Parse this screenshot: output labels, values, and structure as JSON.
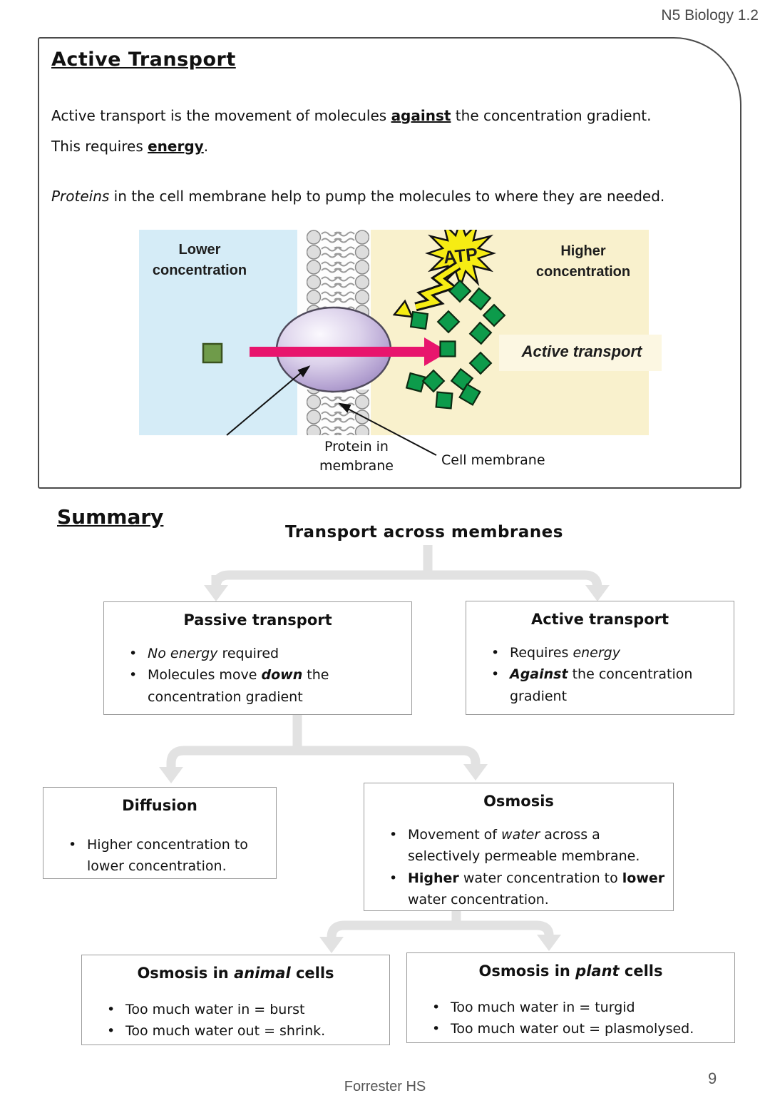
{
  "header": {
    "course_label": "N5 Biology 1.2"
  },
  "active_transport_section": {
    "title": "Active Transport",
    "para1_segs": [
      {
        "t": "Active transport is the movement of molecules "
      },
      {
        "t": "against",
        "b": true,
        "u": true
      },
      {
        "t": " the concentration gradient."
      }
    ],
    "para1b_segs": [
      {
        "t": "This requires "
      },
      {
        "t": "energy",
        "b": true,
        "u": true
      },
      {
        "t": "."
      }
    ],
    "para2_segs": [
      {
        "t": "Proteins",
        "i": true
      },
      {
        "t": " in the cell membrane help to pump the molecules to where they are needed."
      }
    ],
    "diagram": {
      "lower_label": "Lower concentration",
      "higher_label": "Higher concentration",
      "atp_label": "ATP",
      "active_transport_label": "Active transport",
      "protein_label": "Protein in membrane",
      "membrane_label": "Cell membrane",
      "colors": {
        "lower_side_bg": "#d5ecf7",
        "higher_side_bg": "#f9f1cd",
        "label_band_bg": "#fcf7e2",
        "molecule_green": "#0d9b4b",
        "left_molecule_green": "#6f9b4a",
        "transport_arrow_pink": "#e8156d",
        "atp_yellow": "#f6ec13",
        "protein_lavender": "#b5a3d2"
      }
    }
  },
  "summary": {
    "title": "Summary",
    "chart_title": "Transport across membranes",
    "connector_color": "#e2e2e2",
    "boxes": {
      "passive": {
        "title": "Passive transport",
        "bullet1_segs": [
          {
            "t": "No energy",
            "i": true
          },
          {
            "t": " required"
          }
        ],
        "bullet2_segs": [
          {
            "t": "Molecules move "
          },
          {
            "t": "down",
            "b": true,
            "i": true
          },
          {
            "t": " the concentration gradient"
          }
        ]
      },
      "active": {
        "title": "Active transport",
        "bullet1_segs": [
          {
            "t": "Requires "
          },
          {
            "t": "energy",
            "i": true
          }
        ],
        "bullet2_segs": [
          {
            "t": "Against",
            "b": true,
            "i": true
          },
          {
            "t": " the concentration gradient"
          }
        ]
      },
      "diffusion": {
        "title": "Diffusion",
        "bullet1_segs": [
          {
            "t": "Higher concentration to lower concentration."
          }
        ]
      },
      "osmosis": {
        "title": "Osmosis",
        "bullet1_segs": [
          {
            "t": "Movement of "
          },
          {
            "t": "water",
            "i": true
          },
          {
            "t": " across a selectively permeable membrane."
          }
        ],
        "bullet2_segs": [
          {
            "t": "Higher",
            "b": true
          },
          {
            "t": " water concentration to "
          },
          {
            "t": "lower",
            "b": true
          },
          {
            "t": " water concentration."
          }
        ]
      },
      "animal": {
        "title_segs": [
          {
            "t": "Osmosis in "
          },
          {
            "t": "animal",
            "b": true,
            "i": true
          },
          {
            "t": " cells"
          }
        ],
        "bullet1_segs": [
          {
            "t": "Too much water in = burst"
          }
        ],
        "bullet2_segs": [
          {
            "t": "Too much water out = shrink."
          }
        ]
      },
      "plant": {
        "title_segs": [
          {
            "t": "Osmosis in "
          },
          {
            "t": "plant",
            "b": true,
            "i": true
          },
          {
            "t": " cells"
          }
        ],
        "bullet1_segs": [
          {
            "t": "Too much water in = turgid"
          }
        ],
        "bullet2_segs": [
          {
            "t": "Too much water out = plasmolysed."
          }
        ]
      }
    }
  },
  "footer": {
    "school": "Forrester HS",
    "page_number": "9"
  }
}
